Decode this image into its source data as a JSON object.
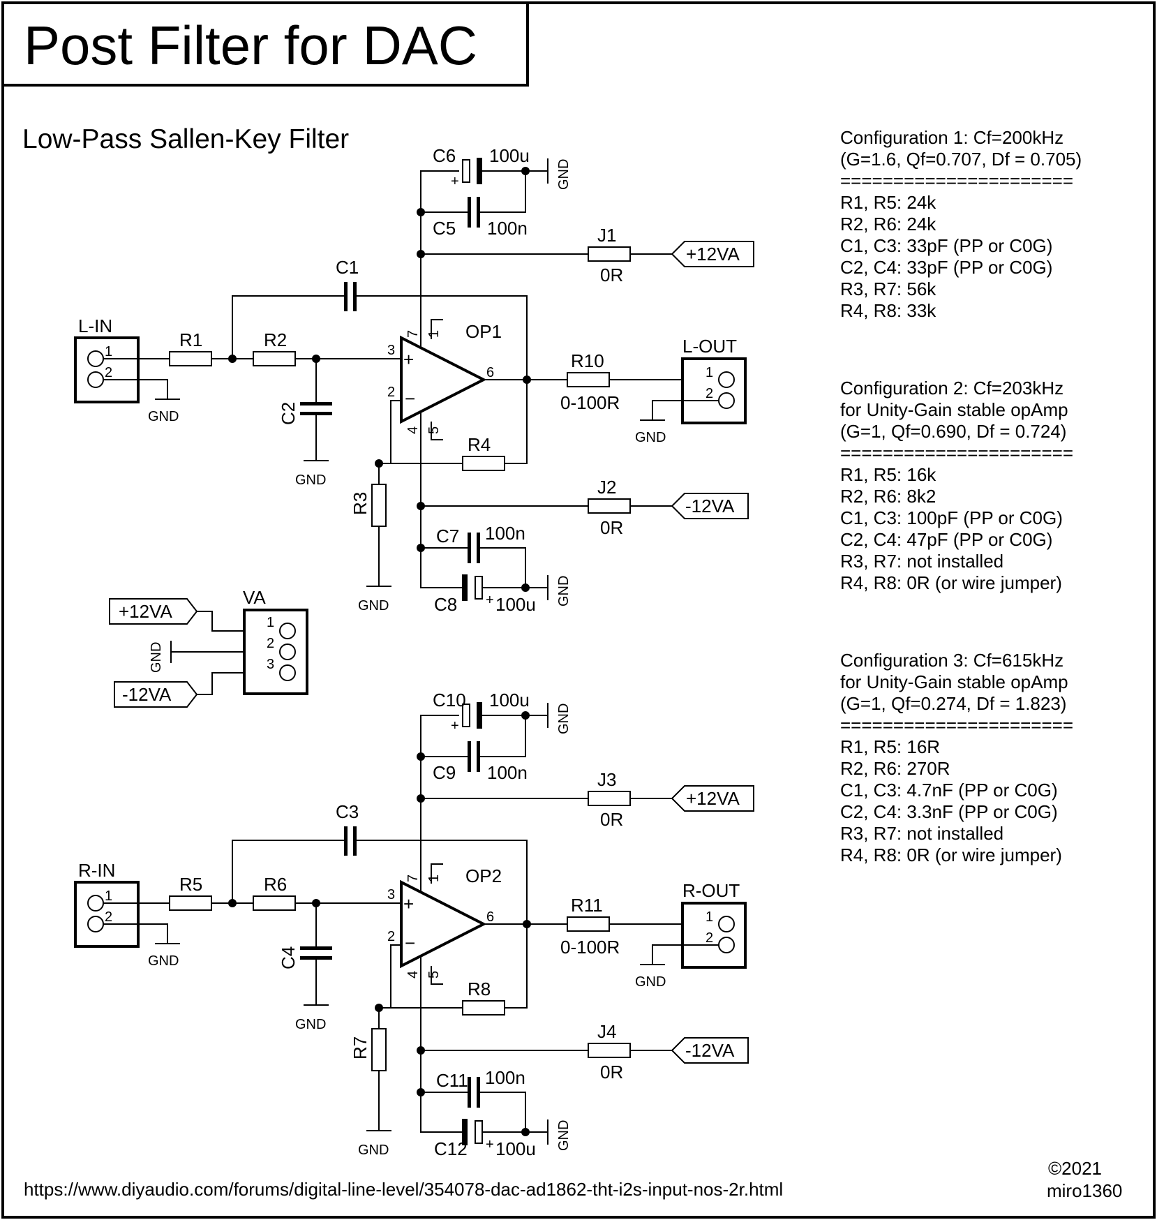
{
  "title": "Post Filter for DAC",
  "subtitle": "Low-Pass Sallen-Key Filter",
  "url": "https://www.diyaudio.com/forums/digital-line-level/354078-dac-ad1862-tht-i2s-input-nos-2r.html",
  "copyright": "©2021",
  "author": "miro1360",
  "gnd": "GND",
  "pin1": "1",
  "pin2": "2",
  "pin3": "3",
  "pin4": "4",
  "pin5": "5",
  "pin6": "6",
  "pin7": "7",
  "plus_sign": "+",
  "minus_sign": "−",
  "supply": {
    "label": "VA",
    "pos": "+12VA",
    "neg": "-12VA"
  },
  "left": {
    "in": "L-IN",
    "out": "L-OUT",
    "opamp": "OP1",
    "r_in1": "R1",
    "r_in2": "R2",
    "r_g": "R3",
    "r_f": "R4",
    "r_out": "R10",
    "r_out_value": "0-100R",
    "c_fb": "C1",
    "c_gnd": "C2",
    "c_top_elec": "C6",
    "c_top_elec_value": "100u",
    "c_top_cer": "C5",
    "c_top_cer_value": "100n",
    "c_bot_cer": "C7",
    "c_bot_cer_value": "100n",
    "c_bot_elec": "C8",
    "c_bot_elec_value": "100u",
    "j_pos": "J1",
    "j_neg": "J2",
    "j_value": "0R"
  },
  "right": {
    "in": "R-IN",
    "out": "R-OUT",
    "opamp": "OP2",
    "r_in1": "R5",
    "r_in2": "R6",
    "r_g": "R7",
    "r_f": "R8",
    "r_out": "R11",
    "r_out_value": "0-100R",
    "c_fb": "C3",
    "c_gnd": "C4",
    "c_top_elec": "C10",
    "c_top_elec_value": "100u",
    "c_top_cer": "C9",
    "c_top_cer_value": "100n",
    "c_bot_cer": "C11",
    "c_bot_cer_value": "100n",
    "c_bot_elec": "C12",
    "c_bot_elec_value": "100u",
    "j_pos": "J3",
    "j_neg": "J4",
    "j_value": "0R"
  },
  "configs": [
    {
      "lines": [
        "Configuration 1: Cf=200kHz",
        "(G=1.6, Qf=0.707, Df = 0.705)",
        "======================",
        "R1, R5: 24k",
        "R2, R6: 24k",
        "C1, C3: 33pF (PP or C0G)",
        "C2, C4: 33pF (PP or C0G)",
        "R3, R7: 56k",
        "R4, R8: 33k"
      ]
    },
    {
      "lines": [
        "Configuration 2: Cf=203kHz",
        "for Unity-Gain stable opAmp",
        "(G=1, Qf=0.690, Df = 0.724)",
        "======================",
        "R1, R5: 16k",
        "R2, R6: 8k2",
        "C1, C3: 100pF (PP or C0G)",
        "C2, C4: 47pF (PP or C0G)",
        "R3, R7: not installed",
        "R4, R8: 0R (or wire jumper)"
      ]
    },
    {
      "lines": [
        "Configuration 3: Cf=615kHz",
        "for Unity-Gain stable opAmp",
        "(G=1, Qf=0.274, Df = 1.823)",
        "======================",
        "R1, R5: 16R",
        "R2, R6: 270R",
        "C1, C3: 4.7nF (PP or C0G)",
        "C2, C4: 3.3nF (PP or C0G)",
        "R3, R7: not installed",
        "R4, R8: 0R (or wire jumper)"
      ]
    }
  ]
}
